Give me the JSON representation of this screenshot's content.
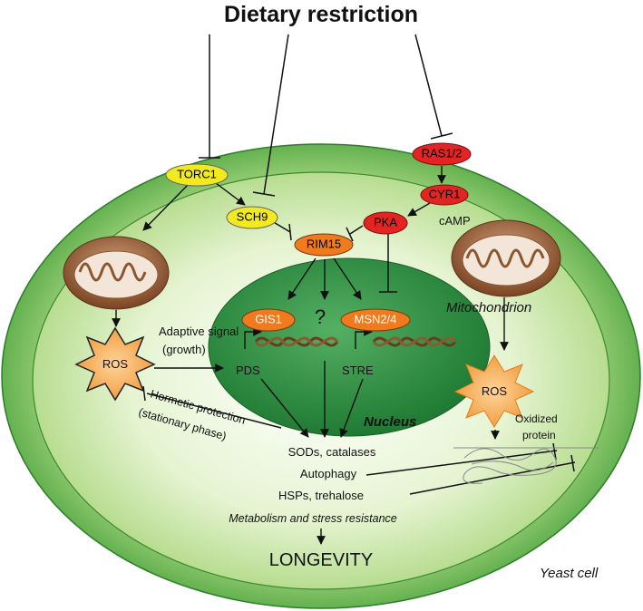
{
  "title": "Dietary restriction",
  "nodes": {
    "torc1": "TORC1",
    "sch9": "SCH9",
    "ras12": "RAS1/2",
    "cyr1": "CYR1",
    "pka": "PKA",
    "rim15": "RIM15",
    "gis1": "GIS1",
    "msn24": "MSN2/4"
  },
  "labels": {
    "camp": "cAMP",
    "question": "?",
    "adaptive_signal_1": "Adaptive signal",
    "adaptive_signal_2": "(growth)",
    "ros_left": "ROS",
    "ros_right": "ROS",
    "pds": "PDS",
    "stre": "STRE",
    "mitochondrion": "Mitochondrion",
    "nucleus": "Nucleus",
    "oxidized_1": "Oxidized",
    "oxidized_2": "protein",
    "hormetic_1": "Hormetic protection",
    "hormetic_2": "(stationary phase)",
    "sods": "SODs, catalases",
    "autophagy": "Autophagy",
    "hsps": "HSPs, trehalose",
    "metabolism": "Metabolism and stress resistance",
    "longevity": "LONGEVITY",
    "yeast_cell": "Yeast cell"
  },
  "colors": {
    "cell_outer": "#4daa3a",
    "cell_inner": "#c7e6a4",
    "nucleus": "#2f8f3c",
    "yellow_node": "#f2ea1f",
    "red_node": "#e42323",
    "orange_node": "#f07a1e",
    "ros_fill": "#f5a94a",
    "mito_fill": "#a86a3c"
  }
}
